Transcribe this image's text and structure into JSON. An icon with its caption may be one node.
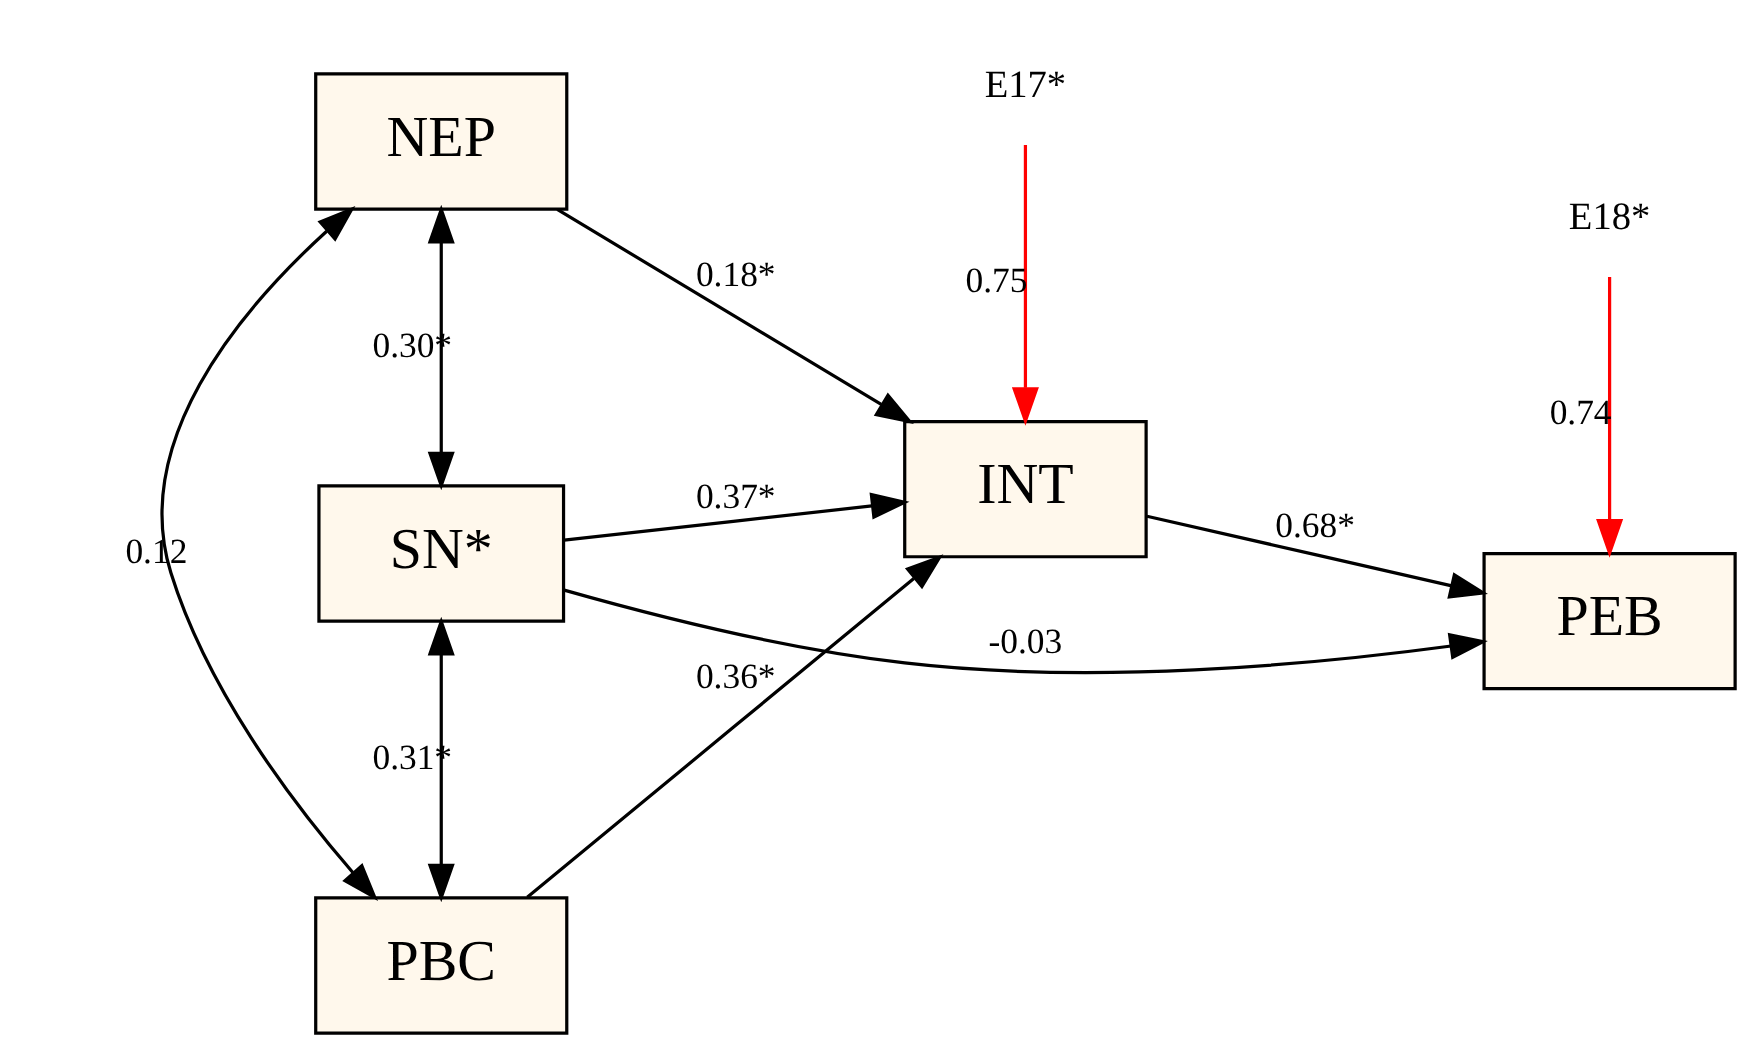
{
  "diagram": {
    "nodes": [
      {
        "text": [
          "NEP"
        ]
      },
      {
        "text": [
          "SN*"
        ]
      },
      {
        "text": [
          "PBC"
        ]
      },
      {
        "text": [
          "INT"
        ]
      },
      {
        "text": [
          "PEB"
        ]
      },
      {
        "text": [
          "E17*"
        ]
      },
      {
        "text": [
          "E18*"
        ]
      }
    ],
    "edges": [
      {
        "from": 0,
        "to": 3,
        "arrow": "to",
        "label": "0.18*"
      },
      {
        "from": 1,
        "to": 3,
        "arrow": "to",
        "label": "0.37*"
      },
      {
        "from": 2,
        "to": 3,
        "arrow": "to",
        "label": "0.36*"
      },
      {
        "from": 3,
        "to": 4,
        "arrow": "to",
        "label": "0.68*"
      },
      {
        "from": 1,
        "to": 4,
        "arrow": "to",
        "label": "-0.03"
      },
      {
        "from": 0,
        "to": 1,
        "arrow": "both",
        "label": "0.30*"
      },
      {
        "from": 0,
        "to": 2,
        "arrow": "both",
        "label": "0.12"
      },
      {
        "from": 1,
        "to": 2,
        "arrow": "both",
        "label": "0.31*"
      },
      {
        "from": 5,
        "to": 3,
        "arrow": "to",
        "label": "0.75",
        "color": "#ff0000"
      },
      {
        "from": 6,
        "to": 4,
        "arrow": "to",
        "label": "0.74",
        "color": "#ff0000"
      }
    ]
  }
}
